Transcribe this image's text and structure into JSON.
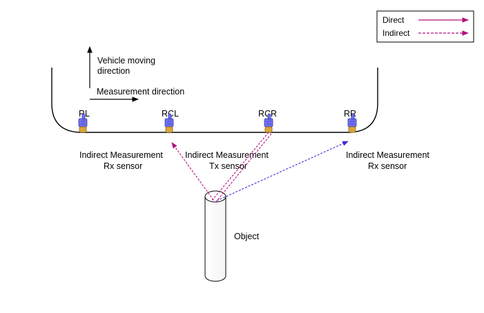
{
  "legend": {
    "direct_label": "Direct",
    "indirect_label": "Indirect"
  },
  "directions": {
    "vehicle_line1": "Vehicle moving",
    "vehicle_line2": "direction",
    "measurement": "Measurement direction"
  },
  "sensors": {
    "rl": "RL",
    "rcl": "RCL",
    "rcr": "RCR",
    "rr": "RR"
  },
  "captions": {
    "left_line1": "Indirect Measurement",
    "left_line2": "Rx sensor",
    "center_line1": "Indirect Measurement",
    "center_line2": "Tx sensor",
    "right_line1": "Indirect Measurement",
    "right_line2": "Rx sensor"
  },
  "object_label": "Object",
  "colors": {
    "direct": "#b0107c",
    "indirect_rcl": "#b0107c",
    "indirect_rr": "#3b2bd6",
    "sensor_body": "#6f6ff0",
    "sensor_base": "#d9a63a"
  }
}
